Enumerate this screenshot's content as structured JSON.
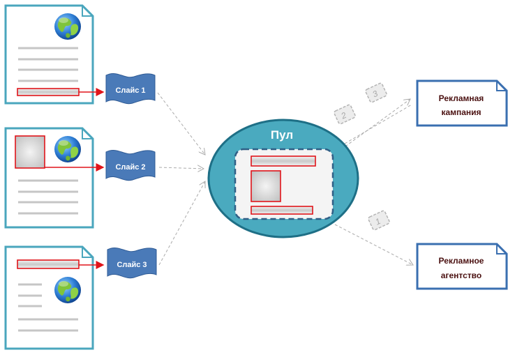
{
  "slices": [
    {
      "label": "Слайс 1"
    },
    {
      "label": "Слайс 2"
    },
    {
      "label": "Слайс 3"
    }
  ],
  "pool": {
    "title": "Пул"
  },
  "targets": {
    "campaign": {
      "line1": "Рекламная",
      "line2": "кампания"
    },
    "agency": {
      "line1": "Рекламное",
      "line2": "агентство"
    }
  },
  "chips": [
    "1",
    "2",
    "3"
  ],
  "colors": {
    "flag": "#4a7ab8",
    "pool": "#4aaabf",
    "pool_border": "#1e6f86",
    "page_border": "#4aa6bd",
    "highlight": "#e0141a",
    "connector": "#e0141a"
  }
}
